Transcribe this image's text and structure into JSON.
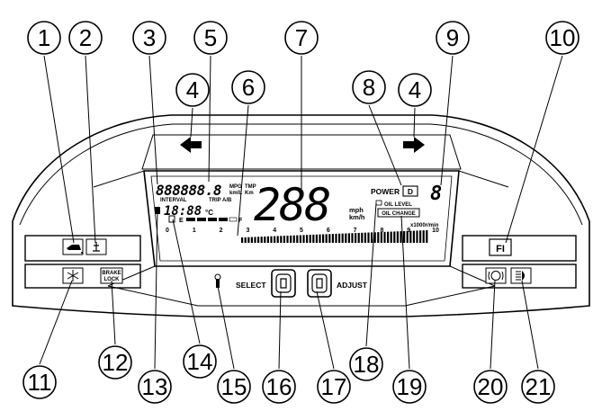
{
  "callouts": [
    {
      "n": "1"
    },
    {
      "n": "2"
    },
    {
      "n": "3"
    },
    {
      "n": "4"
    },
    {
      "n": "5"
    },
    {
      "n": "6"
    },
    {
      "n": "7"
    },
    {
      "n": "8"
    },
    {
      "n": "9"
    },
    {
      "n": "4"
    },
    {
      "n": "10"
    },
    {
      "n": "11"
    },
    {
      "n": "12"
    },
    {
      "n": "13"
    },
    {
      "n": "14"
    },
    {
      "n": "15"
    },
    {
      "n": "16"
    },
    {
      "n": "17"
    },
    {
      "n": "18"
    },
    {
      "n": "19"
    },
    {
      "n": "20"
    },
    {
      "n": "21"
    }
  ],
  "display": {
    "odo_digits": "888888.8",
    "odo_unit_top": "MPG",
    "odo_unit_bottom": "km/L",
    "interval_label": "INTERVAL",
    "trip_label": "TRIP A/B",
    "temp_unit_top": "TMP",
    "temp_unit_bottom": "Km",
    "clock_digits": "18:88",
    "clock_unit": "°C",
    "fuel_empty": "E",
    "fuel_full": "F",
    "speed_digits": "288",
    "speed_unit_top": "mph",
    "speed_unit_bottom": "km/h",
    "power_label": "POWER",
    "mode_letter": "D",
    "gear_digit": "8",
    "oil_level_label": "OIL LEVEL",
    "oil_change_label": "OIL CHANGE",
    "rpm_unit": "x1000r/min",
    "tach_ticks": [
      "0",
      "1",
      "2",
      "3",
      "4",
      "5",
      "6",
      "7",
      "8",
      "9",
      "10"
    ],
    "select_label": "SELECT",
    "adjust_label": "ADJUST",
    "brake_lock_line1": "BRAKE",
    "brake_lock_line2": "LOCK",
    "fi_label": "FI"
  }
}
